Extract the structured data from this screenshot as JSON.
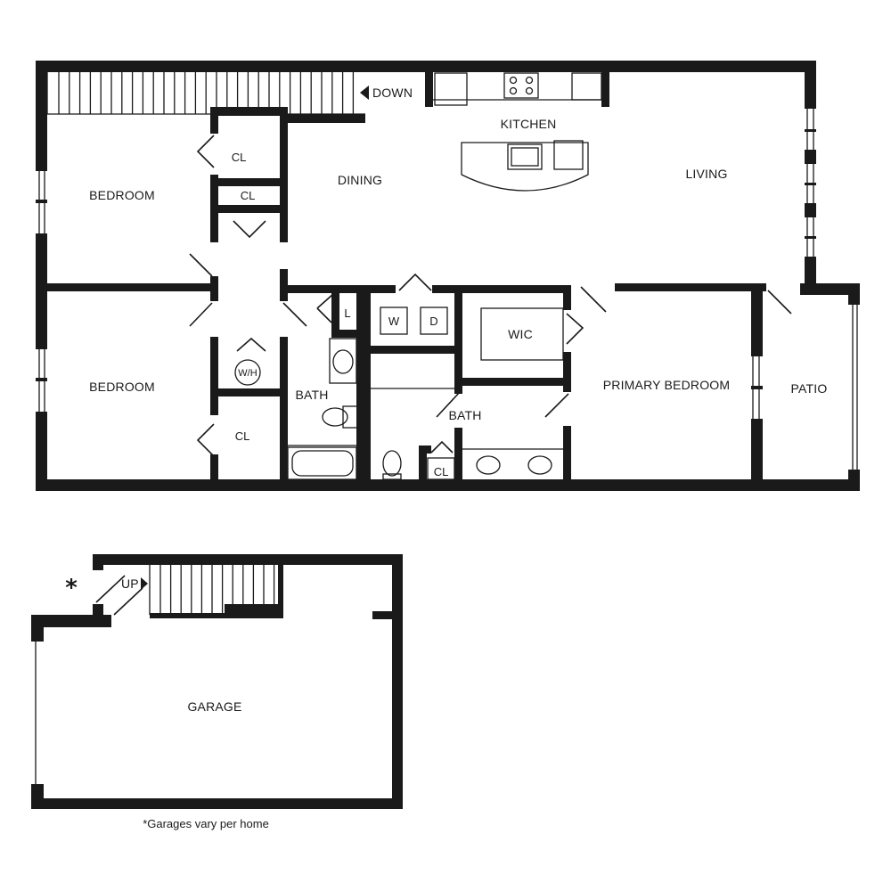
{
  "rooms": {
    "bedroom_1": "BEDROOM",
    "bedroom_2": "BEDROOM",
    "closet_1": "CL",
    "closet_2": "CL",
    "closet_3": "CL",
    "closet_4": "CL",
    "dining": "DINING",
    "kitchen": "KITCHEN",
    "living": "LIVING",
    "linen": "L",
    "washer": "W",
    "dryer": "D",
    "water_heater": "W/H",
    "bath_1": "BATH",
    "bath_2": "BATH",
    "wic": "WIC",
    "primary_bedroom": "PRIMARY BEDROOM",
    "patio": "PATIO",
    "garage": "GARAGE"
  },
  "stairs": {
    "down_label": "DOWN",
    "up_label": "UP"
  },
  "notes": {
    "asterisk": "*",
    "garage_note": "*Garages vary per home"
  },
  "colors": {
    "wall": "#1a1a1a",
    "background": "#ffffff"
  }
}
